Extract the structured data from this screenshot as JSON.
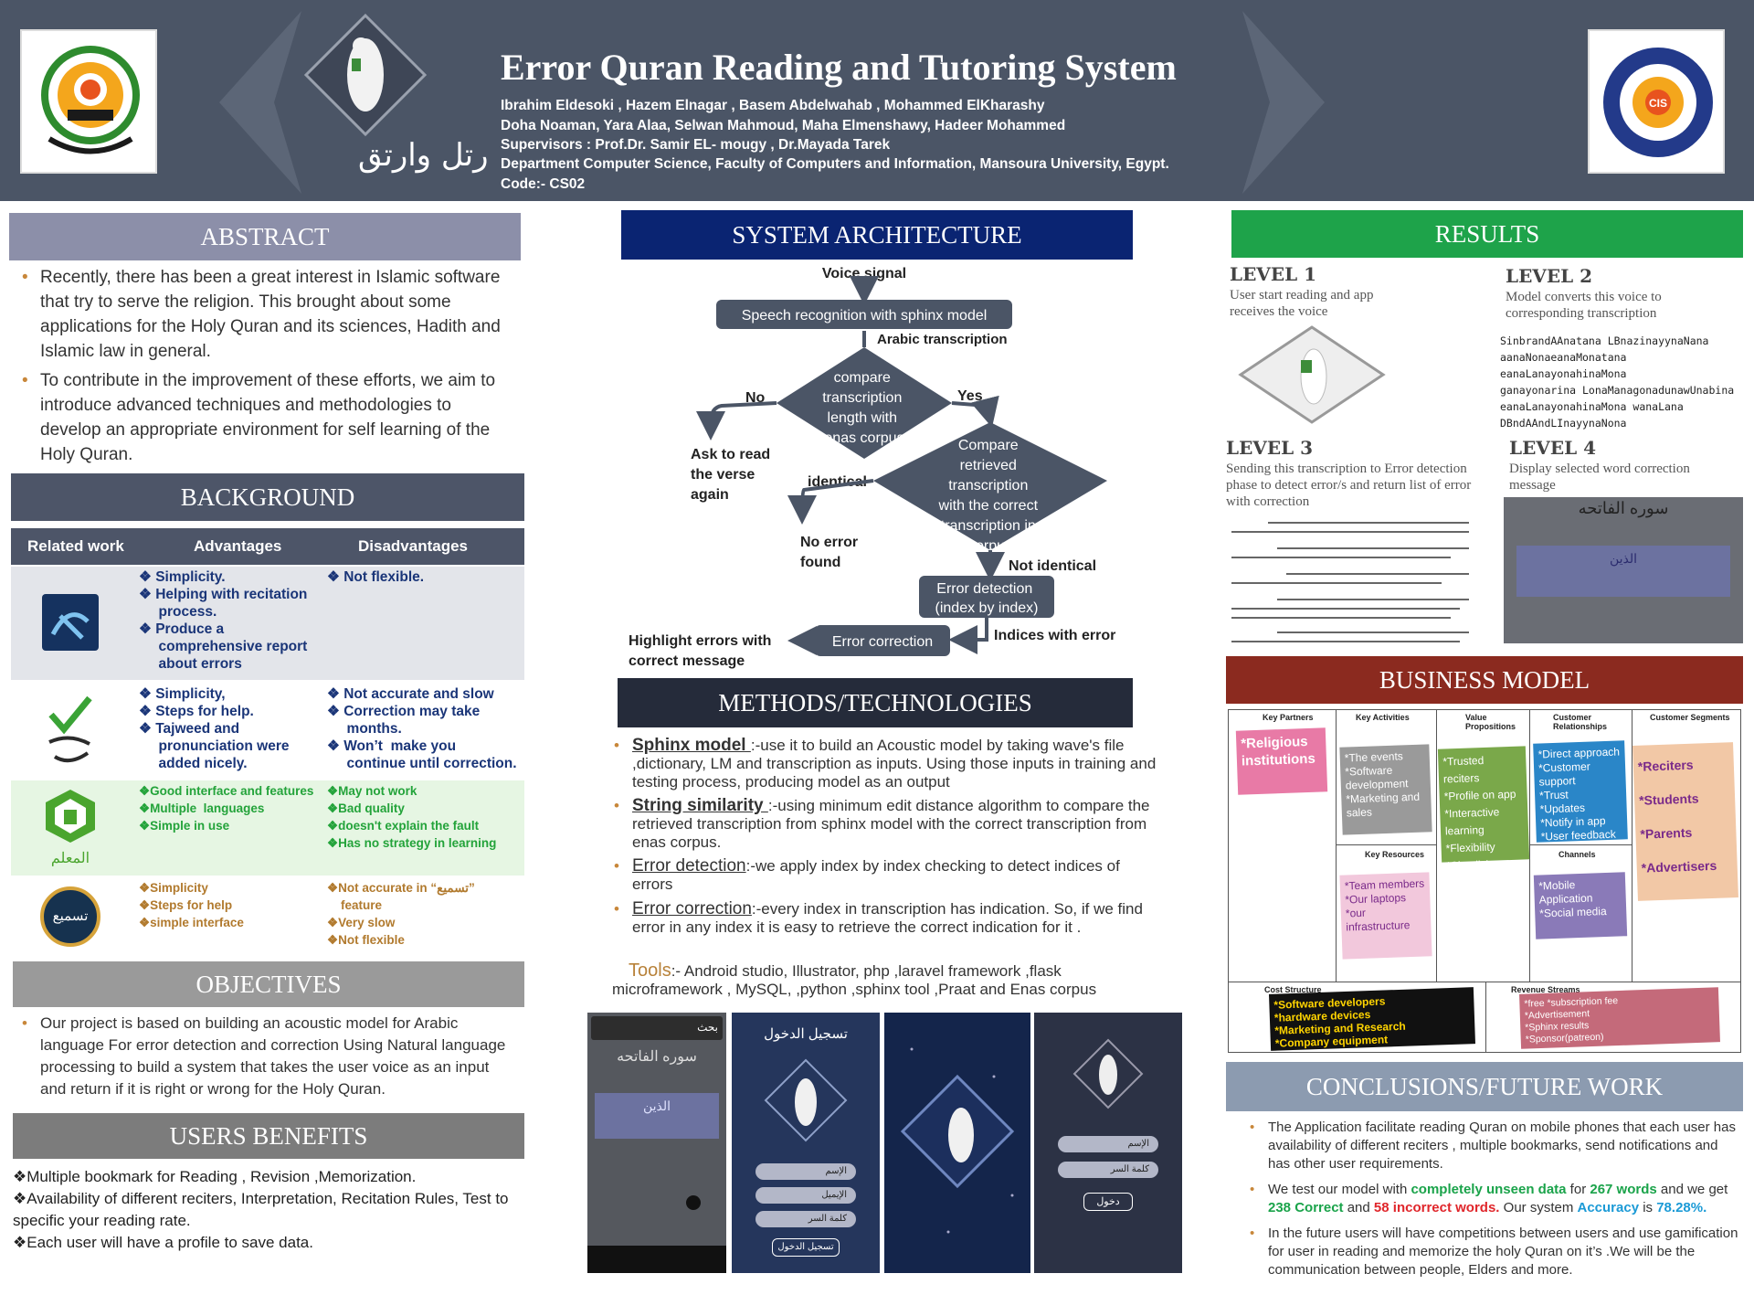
{
  "header": {
    "title": "Error Quran Reading and Tutoring System",
    "lines": [
      "Ibrahim Eldesoki , Hazem Elnagar , Basem Abdelwahab , Mohammed ElKharashy",
      "Doha Noaman, Yara Alaa, Selwan Mahmoud, Maha Elmenshawy, Hadeer Mohammed",
      "Supervisors : Prof.Dr. Samir EL- mougy , Dr.Mayada Tarek",
      "Department Computer Science, Faculty of Computers and Information, Mansoura University, Egypt.",
      "Code:- CS02"
    ],
    "app_logo_text": "رتل وارتق"
  },
  "abstract": {
    "heading": "ABSTRACT",
    "bullets": [
      "Recently, there has been a great interest in Islamic software that try  to serve the religion. This brought about some applications for the Holy Quran and its sciences, Hadith and Islamic law in general.",
      "To contribute in the improvement of these efforts, we aim to introduce advanced techniques and methodologies to develop an appropriate environment for self learning of the Holy Quran."
    ]
  },
  "background": {
    "heading": "BACKGROUND",
    "columns": [
      "Related  work",
      "Advantages",
      "Disadvantages"
    ],
    "rows": [
      {
        "adv": "❖ Simplicity.\n❖ Helping with recitation\n     process.\n❖ Produce a\n     comprehensive report\n     about errors",
        "dis": "❖ Not flexible."
      },
      {
        "adv": "❖ Simplicity,\n❖ Steps for help.\n❖ Tajweed and\n     pronunciation were\n     added nicely.",
        "dis": "❖ Not accurate and slow\n❖ Correction may take\n     months.\n❖ Won’t  make you\n     continue until correction."
      },
      {
        "adv": "❖Good interface and features\n❖Multiple  languages\n❖Simple in use",
        "dis": "❖May not work\n❖Bad quality\n❖doesn't explain the fault\n❖Has no strategy in learning"
      },
      {
        "adv": "❖Simplicity\n❖Steps for help\n❖simple interface",
        "dis": "❖Not accurate in “تسميع”\n    feature\n❖Very slow\n❖Not flexible"
      }
    ],
    "icon_labels": [
      "المعلم",
      "تسميع"
    ]
  },
  "objectives": {
    "heading": "OBJECTIVES",
    "text": "Our project is based on building an acoustic model for Arabic language For error detection and correction Using Natural language processing  to build a system that takes the user voice as an input and return if it is right or wrong for the Holy Quran."
  },
  "benefits": {
    "heading": "USERS BENEFITS",
    "items": [
      "❖Multiple  bookmark for Reading , Revision ,Memorization.",
      "❖Availability of different reciters, Interpretation, Recitation Rules, Test to specific your reading rate.",
      "❖Each user will have a profile to save data."
    ]
  },
  "architecture": {
    "heading": "SYSTEM ARCHITECTURE",
    "voice": "Voice signal",
    "speech": "Speech recognition with sphinx model",
    "arabic": "Arabic transcription",
    "compare1": [
      "compare",
      "transcription",
      "length with",
      "enas corpus"
    ],
    "no": "No",
    "yes": "Yes",
    "ask": [
      "Ask to read",
      "the verse",
      "again"
    ],
    "compare2": [
      "Compare",
      "retrieved",
      "transcription",
      "with the correct",
      "transcription in",
      "corpus"
    ],
    "identical": "identical",
    "no_error": [
      "No error",
      "found"
    ],
    "not_identical": "Not identical",
    "detection": [
      "Error detection",
      "(index by index)"
    ],
    "indices": "Indices with error",
    "correction": "Error correction",
    "highlight": [
      "Highlight errors with",
      "correct message"
    ]
  },
  "methods": {
    "heading": "METHODS/TECHNOLOGIES",
    "items": [
      {
        "term": "Sphinx model ",
        "text": ":-use it to build an Acoustic model by taking wave's file ,dictionary, LM and transcription as inputs. Using those inputs in training and testing process, producing model as an output"
      },
      {
        "term": "String similarity ",
        "text": ":-using minimum edit distance algorithm to compare the retrieved transcription from sphinx model with the correct transcription from enas corpus."
      },
      {
        "term": "Error detection",
        "text": ":-we apply index by index checking to detect indices of errors"
      },
      {
        "term": "Error correction",
        "text": ":-every index in transcription has indication. So, if we find error in any index it is easy to retrieve the correct indication for it ."
      }
    ],
    "tools_label": "Tools",
    "tools_text": ":- Android studio, Illustrator, php ,laravel framework ,flask microframework , MySQL, ,python ,sphinx tool ,Praat and Enas corpus"
  },
  "screens": {
    "s1_title": "سوره الفاتحه",
    "s1_search": "بحث",
    "s1_word": "الذين",
    "s2_title": "تسجيل الدخول",
    "s2_fields": [
      "الإسم",
      "الإيميل",
      "كلمة السر"
    ],
    "s2_btn": "تسجيل الدخول",
    "s4_fields": [
      "الإسم",
      "كلمة السر"
    ],
    "s4_btn": "دخول"
  },
  "results": {
    "heading": "RESULTS",
    "l1_title": "LEVEL 1",
    "l1_text": "User start reading and app receives the voice",
    "l2_title": "LEVEL 2",
    "l2_text": "Model converts this voice to corresponding transcription",
    "l2_code": [
      "SinbrandAAnatana LBnazinayynaNana",
      "aanaNonaeanaMonatana eanaLanayonahinaMona",
      "ganayonarina LonaManagonadunawUnabina",
      "eanaLanayonahinaMona wanaLana",
      "DBndAAndLInayynaNona"
    ],
    "l3_title": "LEVEL 3",
    "l3_text": "Sending this transcription to Error detection phase to detect error/s and return list of error with correction",
    "l4_title": "LEVEL 4",
    "l4_text": "Display selected word correction message",
    "l4_sura": "سوره الفاتحه",
    "l4_word": "الذين"
  },
  "business": {
    "heading": "BUSINESS MODEL",
    "titles": [
      "Key Partners",
      "Key Activities",
      "Value Propositions",
      "Customer Relationships",
      "Customer Segments",
      "Key Resources",
      "Channels",
      "Cost Structure",
      "Revenue Streams"
    ],
    "partners": "*Religious institutions",
    "activities": "*The events\n*Software development\n*Marketing and sales",
    "values": "*Trusted reciters\n*Profile on app\n*Interactive learning\n*Flexibility\n*Simplicity",
    "relations": "*Direct approach\n*Customer support\n*Trust\n*Updates\n*Notify in app\n*User feedback",
    "segments": "*Reciters\n*Students\n*Parents\n*Advertisers",
    "resources": "*Team members\n*Our laptops\n*our infrastructure",
    "channels": "*Mobile Application\n*Social media",
    "costs": "*Software developers\n*hardware devices\n*Marketing and Research\n*Company equipment",
    "revenue": "*free *subscription fee\n*Advertisement\n*Sphinx results\n*Sponsor(patreon)"
  },
  "conclusions": {
    "heading": "CONCLUSIONS/FUTURE WORK",
    "b1": "The Application facilitate reading Quran on mobile phones that each user has availability of different reciters , multiple bookmarks, send notifications and has other user requirements.",
    "b2": [
      {
        "t": "We test our model with ",
        "c": "#333"
      },
      {
        "t": "completely unseen data",
        "c": "#1aa34a"
      },
      {
        "t": " for ",
        "c": "#333"
      },
      {
        "t": "267 words",
        "c": "#1aa34a"
      },
      {
        "t": " and we get ",
        "c": "#333"
      },
      {
        "t": "238 Correct",
        "c": "#1aa34a"
      },
      {
        "t": " and ",
        "c": "#333"
      },
      {
        "t": "58 incorrect words.",
        "c": "#e0262b"
      },
      {
        "t": " Our system ",
        "c": "#333"
      },
      {
        "t": "Accuracy",
        "c": "#1b9ad6"
      },
      {
        "t": " is ",
        "c": "#333"
      },
      {
        "t": "78.28%.",
        "c": "#1b9ad6"
      }
    ],
    "b3": "In the future users will have  competitions between users and use gamification for user in reading and memorize the holy Quran on it’s .We will be the communication between people, Elders and more."
  },
  "colors": {
    "header": "#4b5566",
    "abstract": "#8c8fa9",
    "navy": "#0a2472",
    "green": "#1ea34a",
    "red": "#8b2a1f",
    "dark": "#252b3a",
    "gray": "#9a9a9a"
  }
}
